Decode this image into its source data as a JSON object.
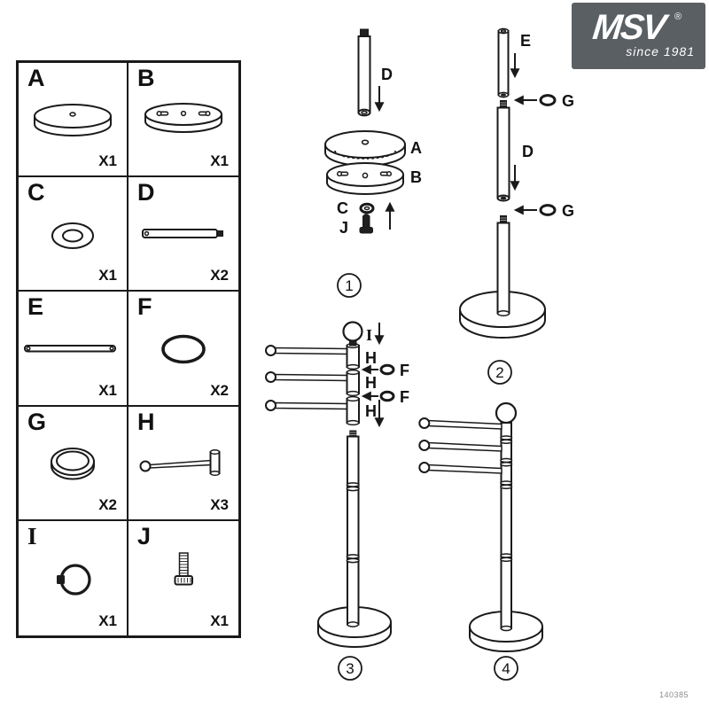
{
  "logo": {
    "brand": "MSV",
    "registered": "®",
    "tagline": "since 1981",
    "bg_color": "#5a5f63"
  },
  "footer": {
    "code": "140385"
  },
  "parts": [
    {
      "letter": "A",
      "count": "X1",
      "icon": "round-base-disc"
    },
    {
      "letter": "B",
      "count": "X1",
      "icon": "slotted-base-plate"
    },
    {
      "letter": "C",
      "count": "X1",
      "icon": "flat-washer"
    },
    {
      "letter": "D",
      "count": "X2",
      "icon": "pole-section"
    },
    {
      "letter": "E",
      "count": "X1",
      "icon": "thin-pole"
    },
    {
      "letter": "F",
      "count": "X2",
      "icon": "o-ring"
    },
    {
      "letter": "G",
      "count": "X2",
      "icon": "ring-spacer"
    },
    {
      "letter": "H",
      "count": "X3",
      "icon": "swing-arm"
    },
    {
      "letter": "I",
      "count": "X1",
      "icon": "ball-knob"
    },
    {
      "letter": "J",
      "count": "X1",
      "icon": "screw"
    }
  ],
  "steps": {
    "s1": {
      "number": "1",
      "pole": "D",
      "disc_top": "A",
      "disc_bottom": "B",
      "washer": "C",
      "screw": "J"
    },
    "s2": {
      "number": "2",
      "top_pole": "E",
      "ring_top": "G",
      "mid_pole": "D",
      "ring_bottom": "G"
    },
    "s3": {
      "number": "3",
      "knob": "I",
      "arm_top": "H",
      "ring_top": "F",
      "arm_mid": "H",
      "ring_bottom": "F",
      "arm_bottom": "H"
    },
    "s4": {
      "number": "4"
    }
  }
}
